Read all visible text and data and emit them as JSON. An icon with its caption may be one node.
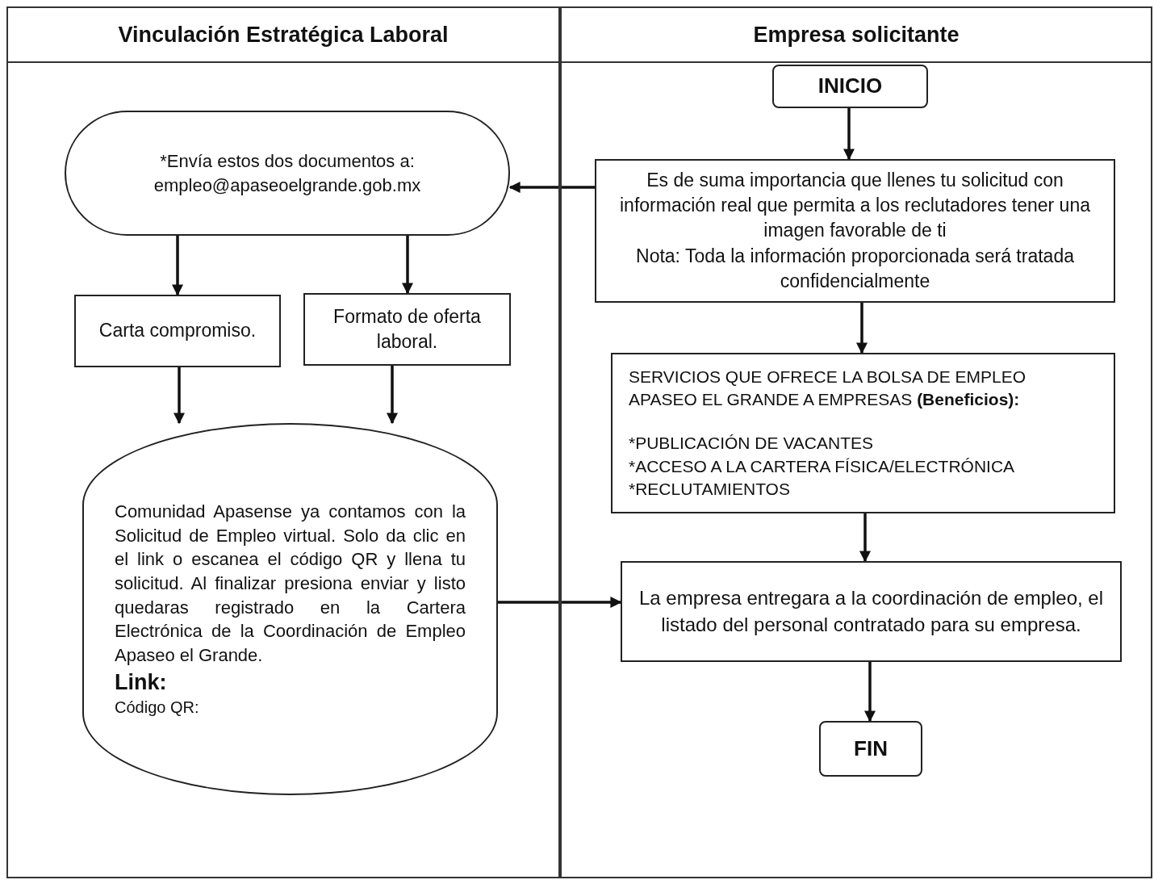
{
  "diagram": {
    "nodes": [
      {
        "text": [
          "Vinculación Estratégica Laboral"
        ]
      },
      {
        "text": [
          "Empresa solicitante"
        ]
      },
      {
        "text": [
          "INICIO"
        ],
        "in": 1
      },
      {
        "text": [
          "Es de suma importancia que llenes tu solicitud con información real que permita a los reclutadores tener una imagen favorable de ti",
          "Nota: Toda la información proporcionada será tratada confidencialmente"
        ],
        "in": 1
      },
      {
        "text": [
          "*Envía estos dos documentos a: empleo@apaseoelgrande.gob.mx"
        ],
        "in": 0
      },
      {
        "text": [
          "Carta compromiso."
        ],
        "in": 0
      },
      {
        "text": [
          "Formato de oferta laboral."
        ],
        "in": 0
      },
      {
        "text": [
          "Comunidad Apasense ya contamos con la Solicitud de Empleo virtual. Solo da clic en el link o escanea el código QR y llena tu solicitud. Al finalizar presiona enviar y listo quedaras registrado en la Cartera Electrónica de la Coordinación de Empleo Apaseo el Grande.",
          "Link:",
          "Código QR:"
        ],
        "in": 0
      },
      {
        "text": [
          "SERVICIOS QUE OFRECE LA BOLSA DE EMPLEO APASEO EL GRANDE A EMPRESAS **(Beneficios):**",
          "*PUBLICACIÓN DE VACANTES",
          "*ACCESO A LA CARTERA FÍSICA/ELECTRÓNICA",
          "*RECLUTAMIENTOS"
        ],
        "in": 1
      },
      {
        "text": [
          "La empresa entregara a la coordinación de empleo, el listado del personal contratado para su empresa."
        ],
        "in": 1
      },
      {
        "text": [
          "FIN"
        ],
        "in": 1
      }
    ],
    "edges": [
      {
        "from": 2,
        "to": 3,
        "arrow": "to"
      },
      {
        "from": 3,
        "to": 4,
        "arrow": "to"
      },
      {
        "from": 4,
        "to": 5,
        "arrow": "to"
      },
      {
        "from": 4,
        "to": 6,
        "arrow": "to"
      },
      {
        "from": 5,
        "to": 7,
        "arrow": "to"
      },
      {
        "from": 6,
        "to": 7,
        "arrow": "to"
      },
      {
        "from": 7,
        "to": 9,
        "arrow": "to"
      },
      {
        "from": 3,
        "to": 8,
        "arrow": "to"
      },
      {
        "from": 8,
        "to": 9,
        "arrow": "to"
      },
      {
        "from": 9,
        "to": 10,
        "arrow": "to"
      }
    ]
  }
}
